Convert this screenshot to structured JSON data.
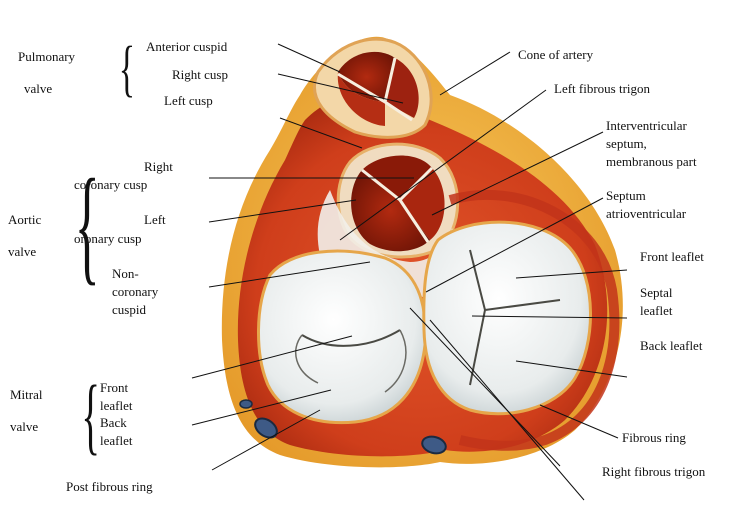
{
  "groups": {
    "pulmonary": {
      "line1": "Pulmonary",
      "line2": "valve"
    },
    "aortic": {
      "line1": "Aortic",
      "line2": "valve"
    },
    "mitral": {
      "line1": "Mitral",
      "line2": "valve"
    }
  },
  "labels": {
    "anterior_cuspid": "Anterior cuspid",
    "right_cusp": "Right cusp",
    "left_cusp": "Left cusp",
    "right_coronary_1": "Right",
    "right_coronary_2": "coronary cusp",
    "left_coronary_1": "Left",
    "left_coronary_2": "oronary cusp",
    "noncoronary_1": "Non-",
    "noncoronary_2": "coronary",
    "noncoronary_3": "cuspid",
    "mitral_front_1": "Front",
    "mitral_front_2": "leaflet",
    "mitral_back_1": "Back",
    "mitral_back_2": "leaflet",
    "post_fibrous_ring": "Post fibrous ring",
    "cone_of_artery": "Cone of artery",
    "left_fibrous_trigon": "Left fibrous trigon",
    "ivs_1": "Interventricular",
    "ivs_2": "septum,",
    "ivs_3": "membranous part",
    "septum_av_1": "Septum",
    "septum_av_2": "atrioventricular",
    "front_leaflet": "Front leaflet",
    "septal_1": "Septal",
    "septal_2": "leaflet",
    "back_leaflet": "Back leaflet",
    "fibrous_ring": "Fibrous ring",
    "right_fibrous_trigon": "Right fibrous trigon"
  },
  "colors": {
    "muscle": "#cc3a1a",
    "muscle_dark": "#8e1c0c",
    "fat": "#f2b43a",
    "valve_tissue": "#eef0f0",
    "valve_shadow": "#b7c2c6",
    "leader_line": "#111111"
  }
}
